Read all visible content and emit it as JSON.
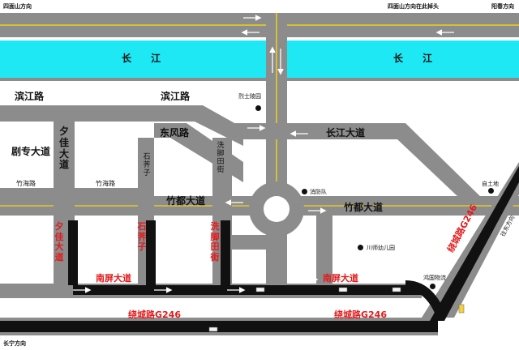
{
  "top_labels": {
    "left": "四面山方向",
    "middle": "四面山方向在此掉头",
    "right": "阳春方向"
  },
  "bottom_label": "长宁方向",
  "river": {
    "left": "长 江",
    "right": "长 江"
  },
  "roads": {
    "binjiang_left": "滨江路",
    "binjiang_right": "滨江路",
    "dongfeng": "东风路",
    "juzhuan": "剧专大道",
    "xijia": "夕佳大道",
    "zhuhai_left": "竹海路",
    "zhuhai_mid": "竹海路",
    "shijizi": "石荠子",
    "xijiaotian": "洗脚田街",
    "zhudu_left": "竹都大道",
    "zhudu_right": "竹都大道",
    "changjiang": "长江大道"
  },
  "red_labels": {
    "xijia": "夕佳大道",
    "shijizi": "石荠子",
    "xijiaotian": "洗脚田街",
    "nanping_left": "南屏大道",
    "nanping_right": "南屏大道",
    "raocheng_left": "绕城路G246",
    "raocheng_right": "绕城路G246",
    "raocheng_diag": "绕城路G246"
  },
  "poi": {
    "cemetery": "烈士陵园",
    "fire": "消防队",
    "kindergarten": "川师幼儿园",
    "land": "自土地",
    "hongguo": "鸿国物流",
    "direction": "往东方向"
  }
}
